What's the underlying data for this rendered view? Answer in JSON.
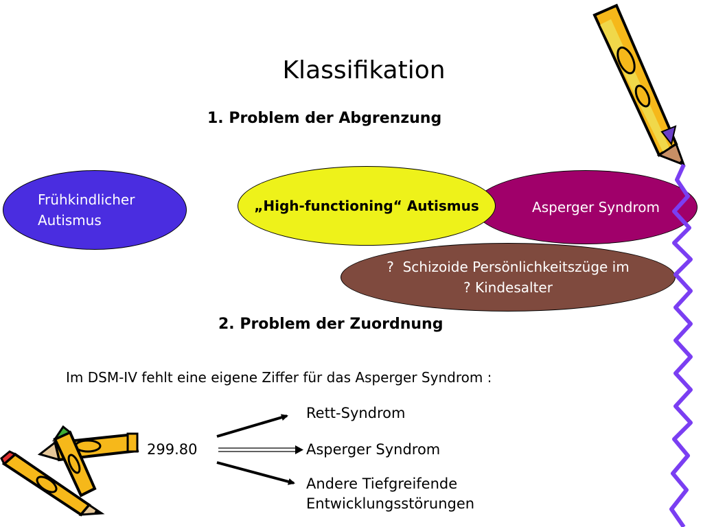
{
  "slide": {
    "title": "Klassifikation",
    "section1": "1. Problem der Abgrenzung",
    "section2": "2. Problem der Zuordnung",
    "dsm_note": "Im DSM-IV fehlt eine eigene Ziffer für das Asperger Syndrom :"
  },
  "ellipses": {
    "early_autism": {
      "line1": "Frühkindlicher",
      "line2": "Autismus",
      "color": "#4a2de0"
    },
    "high_functioning": {
      "label": "„High-functioning“ Autismus",
      "color": "#eef21a"
    },
    "asperger": {
      "label": "Asperger Syndrom",
      "color": "#a0006a"
    },
    "schizoid": {
      "line1": "?  Schizoide Persönlichkeitszüge im",
      "line2": "? Kindesalter",
      "color": "#7f4a3e"
    }
  },
  "classification": {
    "code": "299.80",
    "targets": [
      "Rett-Syndrom",
      "Asperger Syndrom",
      "Andere Tiefgreifende",
      "Entwicklungsstörungen"
    ]
  },
  "decorations": [
    "pencil-icon",
    "pencils-cluster-icon"
  ]
}
